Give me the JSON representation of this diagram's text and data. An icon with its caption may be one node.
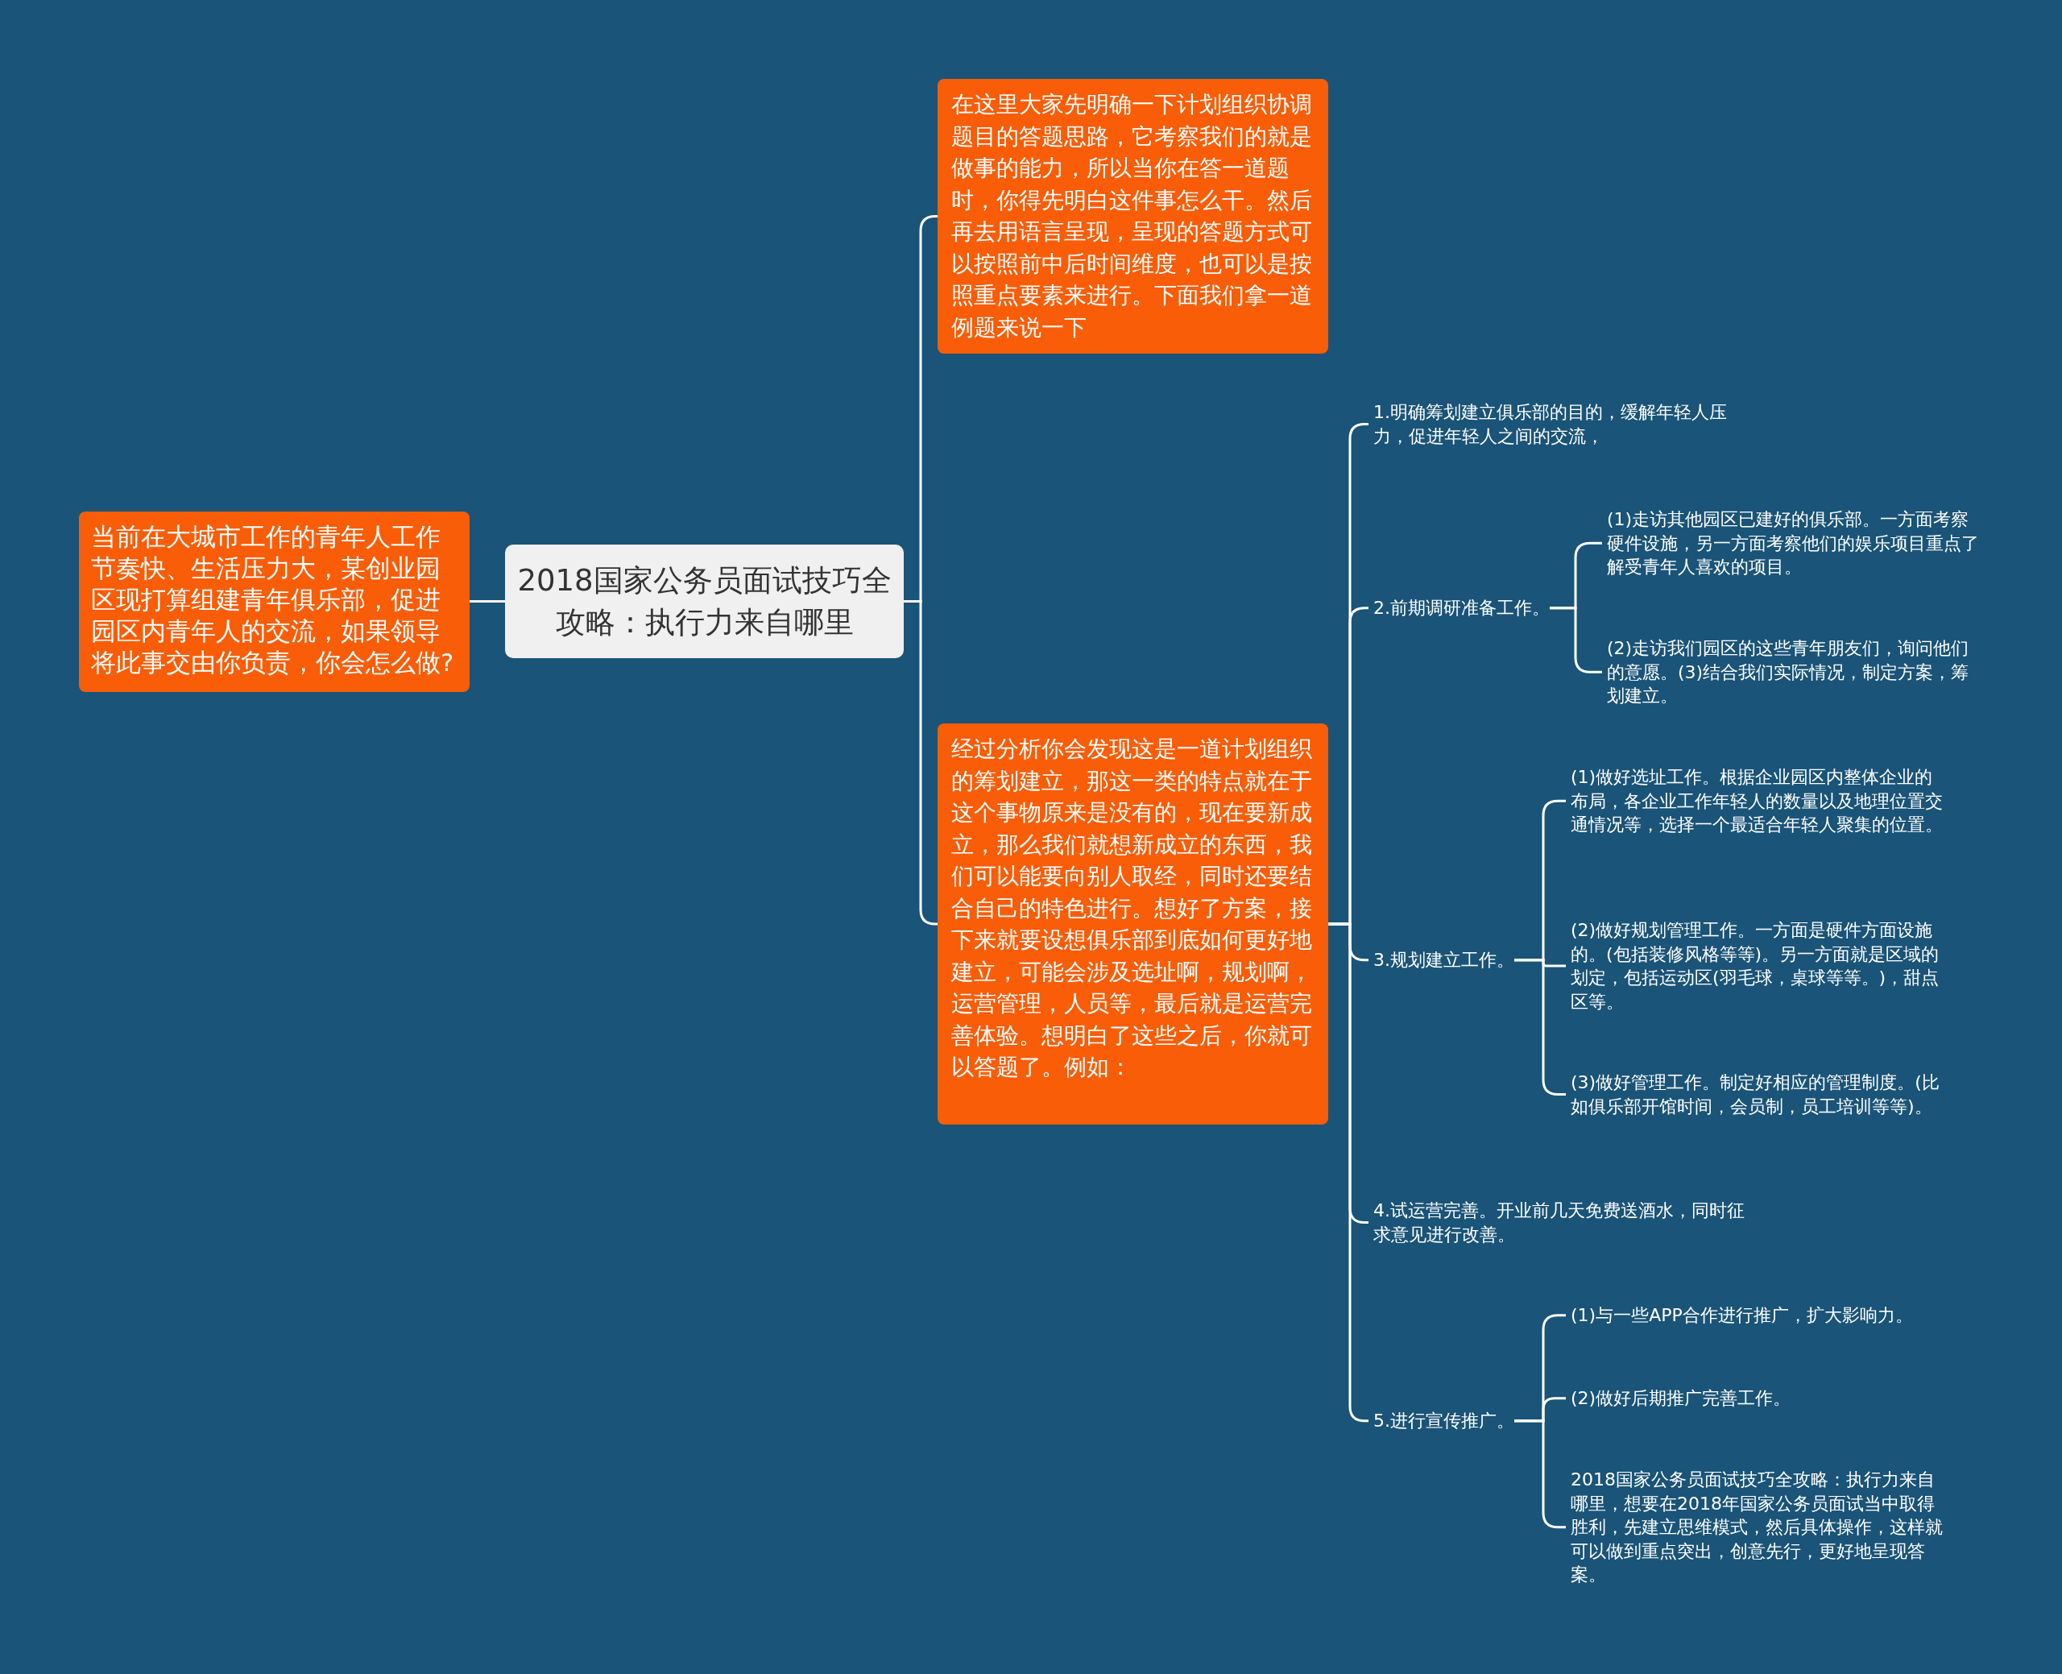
{
  "diagram": {
    "nodes": [
      {
        "text": [
          "2018国家公务员面试技巧全攻略：执行力来自哪里"
        ]
      },
      {
        "text": [
          "当前在大城市工作的青年人工作节奏快、生活压力大，某创业园区现打算组建青年俱乐部，促进园区内青年人的交流，如果领导将此事交由你负责，你会怎么做?"
        ]
      },
      {
        "text": [
          "在这里大家先明确一下计划组织协调题目的答题思路，它考察我们的就是做事的能力，所以当你在答一道题时，你得先明白这件事怎么干。然后再去用语言呈现，呈现的答题方式可以按照前中后时间维度，也可以是按照重点要素来进行。下面我们拿一道例题来说一下"
        ]
      },
      {
        "text": [
          "经过分析你会发现这是一道计划组织的筹划建立，那这一类的特点就在于这个事物原来是没有的，现在要新成立，那么我们就想新成立的东西，我们可以能要向别人取经，同时还要结合自己的特色进行。想好了方案，接下来就要设想俱乐部到底如何更好地建立，可能会涉及选址啊，规划啊，运营管理，人员等，最后就是运营完善体验。想明白了这些之后，你就可以答题了。例如："
        ]
      },
      {
        "text": [
          "1.明确筹划建立俱乐部的目的，缓解年轻人压力，促进年轻人之间的交流，"
        ]
      },
      {
        "text": [
          "2.前期调研准备工作。"
        ]
      },
      {
        "text": [
          "(1)走访其他园区已建好的俱乐部。一方面考察硬件设施，另一方面考察他们的娱乐项目重点了解受青年人喜欢的项目。"
        ]
      },
      {
        "text": [
          "(2)走访我们园区的这些青年朋友们，询问他们的意愿。(3)结合我们实际情况，制定方案，筹划建立。"
        ]
      },
      {
        "text": [
          "3.规划建立工作。"
        ]
      },
      {
        "text": [
          "(1)做好选址工作。根据企业园区内整体企业的布局，各企业工作年轻人的数量以及地理位置交通情况等，选择一个最适合年轻人聚集的位置。"
        ]
      },
      {
        "text": [
          "(2)做好规划管理工作。一方面是硬件方面设施的。(包括装修风格等等)。另一方面就是区域的划定，包括运动区(羽毛球，桌球等等。)，甜点区等。"
        ]
      },
      {
        "text": [
          "(3)做好管理工作。制定好相应的管理制度。(比如俱乐部开馆时间，会员制，员工培训等等)。"
        ]
      },
      {
        "text": [
          "4.试运营完善。开业前几天免费送酒水，同时征求意见进行改善。"
        ]
      },
      {
        "text": [
          "5.进行宣传推广。"
        ]
      },
      {
        "text": [
          "(1)与一些APP合作进行推广，扩大影响力。"
        ]
      },
      {
        "text": [
          "(2)做好后期推广完善工作。"
        ]
      },
      {
        "text": [
          "2018国家公务员面试技巧全攻略：执行力来自哪里，想要在2018年国家公务员面试当中取得胜利，先建立思维模式，然后具体操作，这样就可以做到重点突出，创意先行，更好地呈现答案。"
        ]
      }
    ],
    "edges": [
      {
        "from": 0,
        "to": 1,
        "arrow": "none"
      },
      {
        "from": 0,
        "to": 2,
        "arrow": "none"
      },
      {
        "from": 0,
        "to": 3,
        "arrow": "none"
      },
      {
        "from": 3,
        "to": 4,
        "arrow": "none"
      },
      {
        "from": 3,
        "to": 5,
        "arrow": "none"
      },
      {
        "from": 3,
        "to": 8,
        "arrow": "none"
      },
      {
        "from": 3,
        "to": 12,
        "arrow": "none"
      },
      {
        "from": 3,
        "to": 13,
        "arrow": "none"
      },
      {
        "from": 5,
        "to": 6,
        "arrow": "none"
      },
      {
        "from": 5,
        "to": 7,
        "arrow": "none"
      },
      {
        "from": 8,
        "to": 9,
        "arrow": "none"
      },
      {
        "from": 8,
        "to": 10,
        "arrow": "none"
      },
      {
        "from": 8,
        "to": 11,
        "arrow": "none"
      },
      {
        "from": 13,
        "to": 14,
        "arrow": "none"
      },
      {
        "from": 13,
        "to": 15,
        "arrow": "none"
      },
      {
        "from": 13,
        "to": 16,
        "arrow": "none"
      }
    ]
  }
}
